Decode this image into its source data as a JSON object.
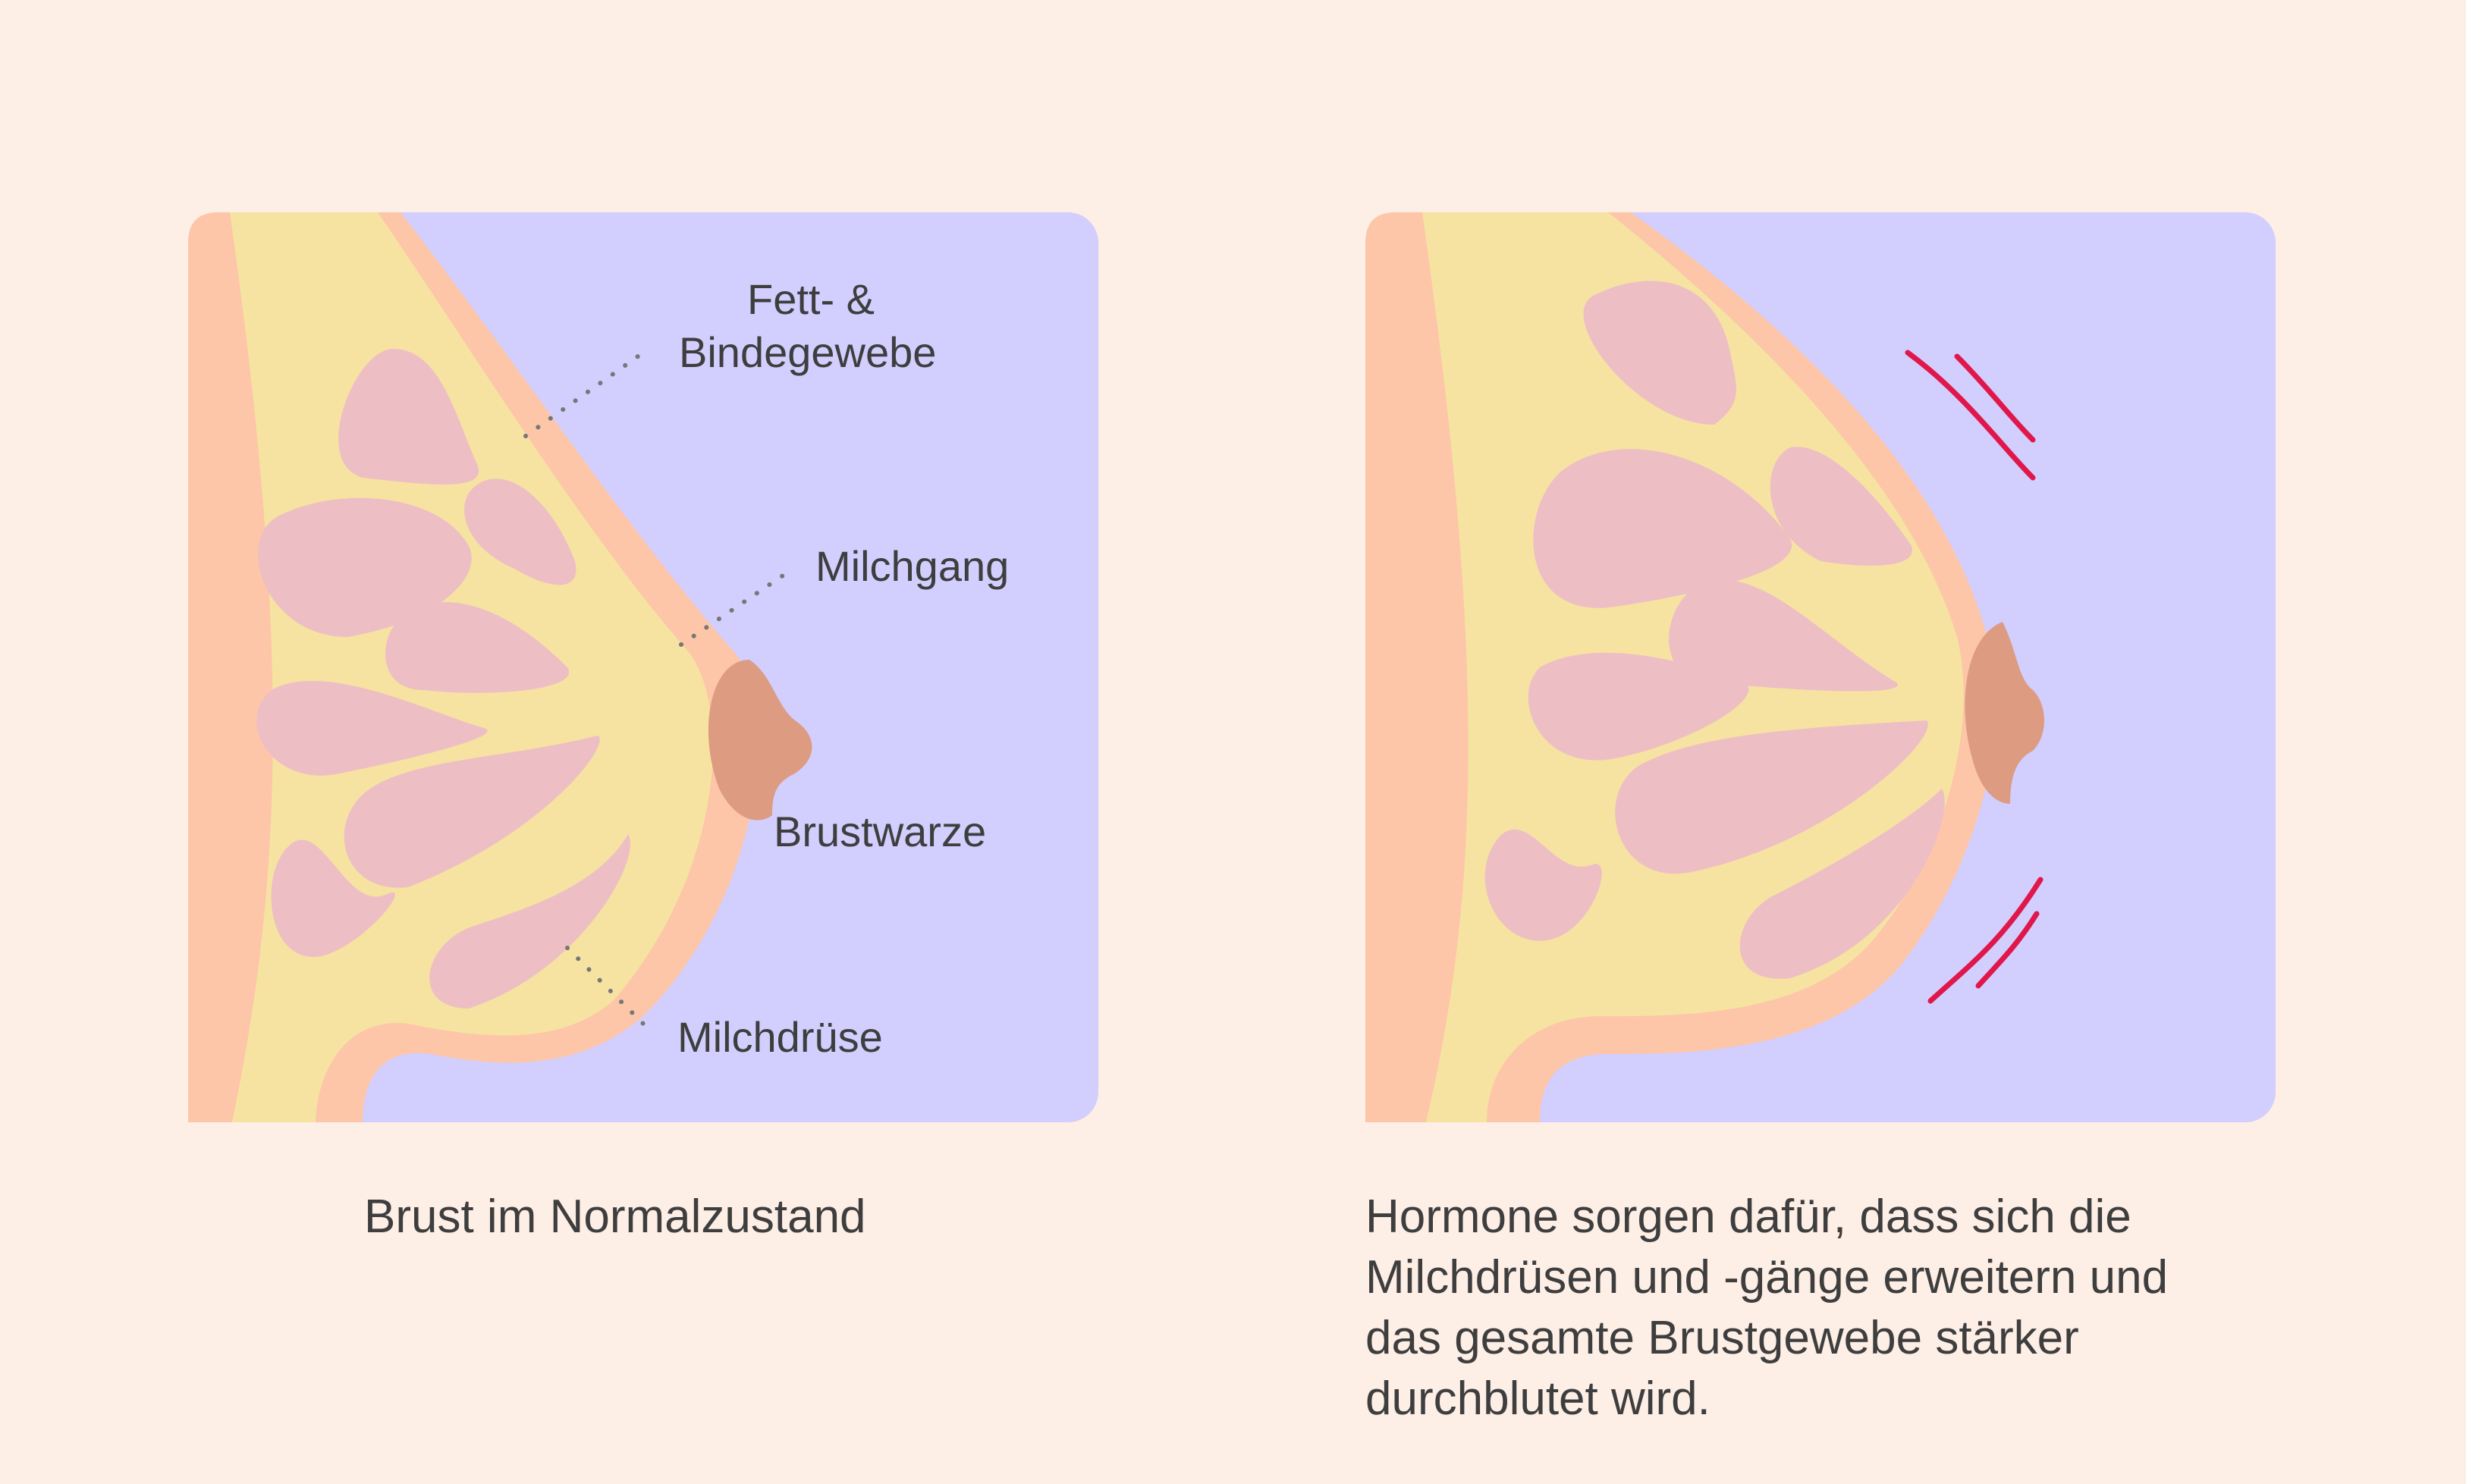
{
  "left_panel": {
    "labels": {
      "fat_tissue_line1": "Fett- &",
      "fat_tissue_line2": "Bindegewebe",
      "milk_duct": "Milchgang",
      "nipple": "Brustwarze",
      "mammary_gland": "Milchdrüse"
    },
    "caption": "Brust im Normalzustand"
  },
  "right_panel": {
    "caption_lines": [
      "Hormone sorgen dafür, dass sich die",
      "Milchdrüsen und -gänge erweitern und",
      "das gesamte Brustgewebe stärker",
      "durchblutet wird."
    ]
  },
  "colors": {
    "background": "#fdeee6",
    "panel_lavender": "#d2cefe",
    "skin_peach": "#fdc6a9",
    "fat_yellow": "#f6e3a1",
    "gland_pink": "#edbfc4",
    "nipple_brown": "#dd9c82",
    "swelling_red": "#e0174a",
    "leader_dots": "#777777"
  }
}
